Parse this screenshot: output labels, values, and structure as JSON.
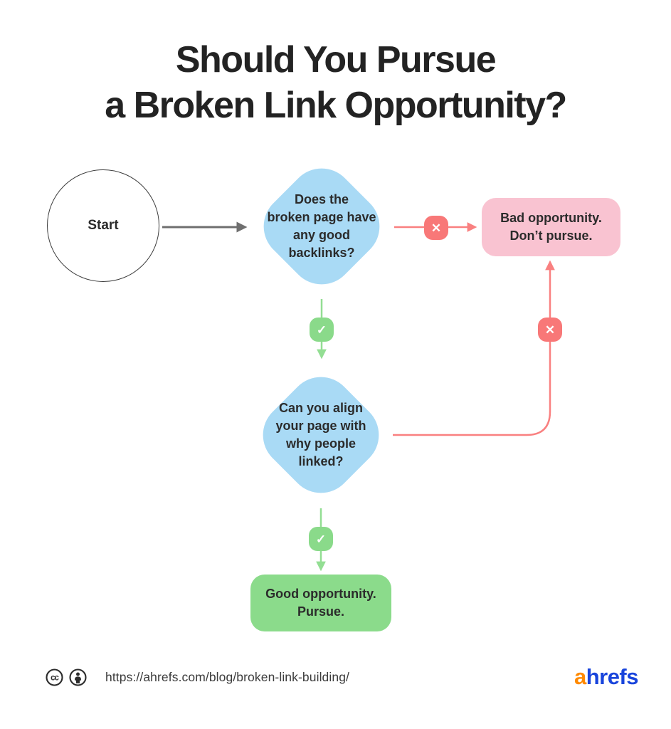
{
  "title": {
    "line1": "Should You Pursue",
    "line2": "a Broken Link Opportunity?"
  },
  "flowchart": {
    "start": {
      "label": "Start"
    },
    "decision1": {
      "text": "Does the\nbroken page have\nany good\nbacklinks?"
    },
    "decision2": {
      "text": "Can you align\nyour page with\nwhy people\nlinked?"
    },
    "bad_outcome": {
      "text": "Bad opportunity.\nDon’t pursue."
    },
    "good_outcome": {
      "text": "Good opportunity.\nPursue."
    },
    "no_glyph": "✕",
    "yes_glyph": "✓"
  },
  "footer": {
    "license_icon_1": "cc-icon",
    "license_icon_2": "attribution-person-icon",
    "url": "https://ahrefs.com/blog/broken-link-building/",
    "brand_first_letter": "a",
    "brand_rest": "hrefs"
  },
  "colors": {
    "node_blue": "#A9DAF5",
    "box_pink": "#F9C3D1",
    "box_green": "#8BDB8B",
    "badge_red": "#F87878",
    "badge_green": "#8ADA8A",
    "line_red": "#F98080",
    "line_green": "#93DE93",
    "line_gray": "#6F6F6F",
    "text_dark": "#2B2B2B",
    "brand_orange": "#FF8A00",
    "brand_blue": "#1844DC"
  }
}
